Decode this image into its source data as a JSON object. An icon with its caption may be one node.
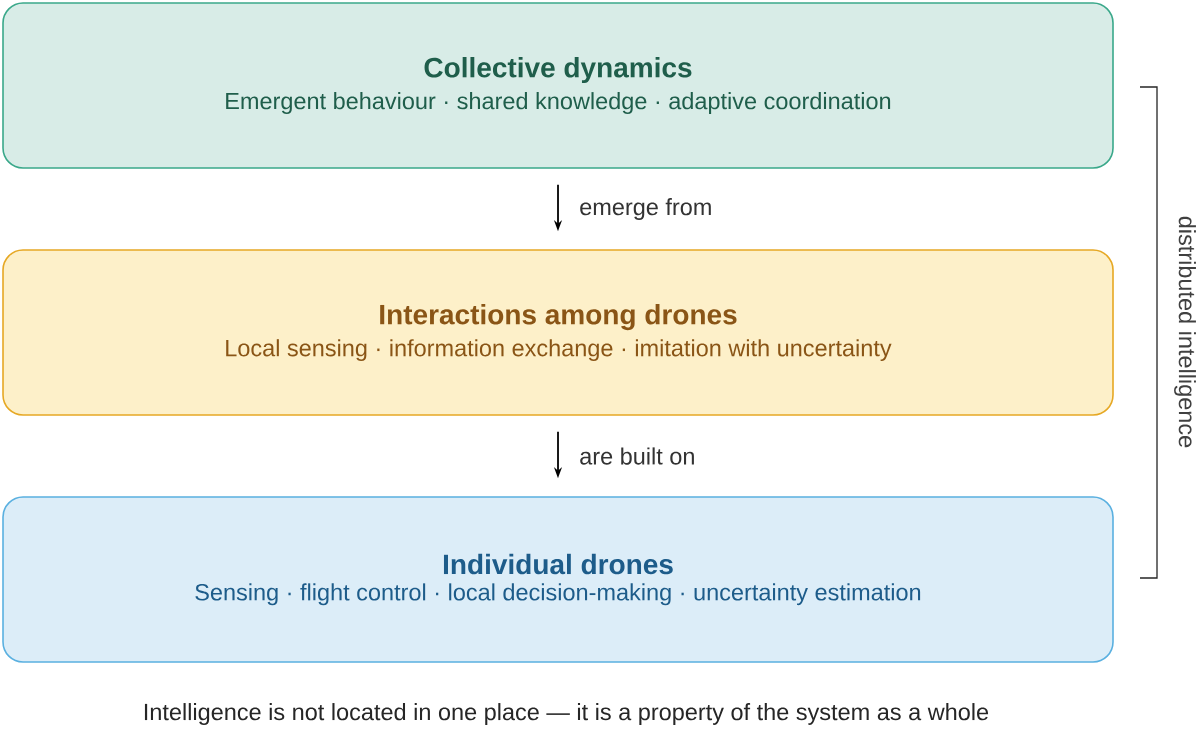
{
  "diagram": {
    "caption": "Intelligence is not located in one place — it is a property of the system as a whole",
    "nodes": [
      {
        "text": [
          "Collective dynamics",
          "Emergent behaviour · shared knowledge · adaptive coordination"
        ]
      },
      {
        "text": [
          "Interactions among drones",
          "Local sensing · information exchange · imitation with uncertainty"
        ]
      },
      {
        "text": [
          "Individual drones",
          "Sensing · flight control · local decision-making · uncertainty estimation"
        ]
      }
    ],
    "edges": [
      {
        "from": 0,
        "to": 1,
        "arrow": "to",
        "label": "emerge from"
      },
      {
        "from": 1,
        "to": 2,
        "arrow": "to",
        "label": "are built on"
      }
    ],
    "labels": [
      "distributed intelligence"
    ]
  }
}
